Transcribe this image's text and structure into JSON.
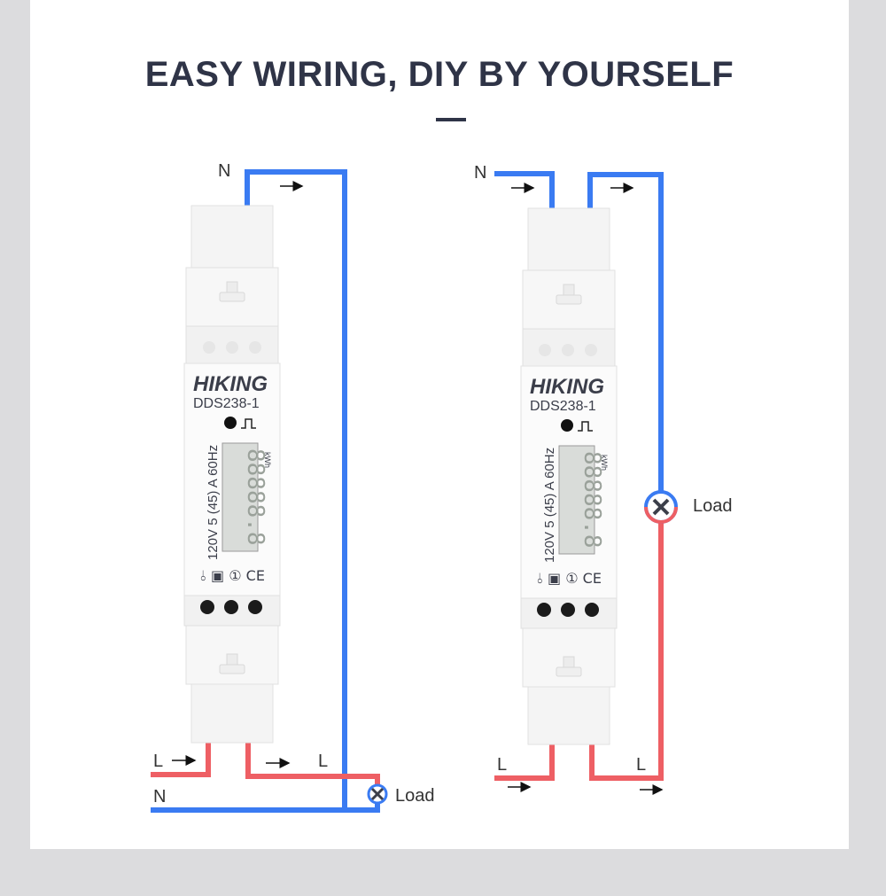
{
  "title": "EASY WIRING, DIY BY YOURSELF",
  "colors": {
    "neutral_wire": "#3a7bf2",
    "live_wire": "#ee5f64",
    "text": "#2f3447",
    "panel_bg": "#ffffff",
    "page_bg": "#dcdcde"
  },
  "meter": {
    "brand": "HIKING",
    "model": "DDS238-1",
    "rating": "120V 5 (45) A 60Hz",
    "unit": "kWh",
    "symbols": "⫰ ▣ ① CE",
    "display": "88888.8"
  },
  "left_diagram": {
    "label_n_top": "N",
    "label_l_in": "L",
    "label_l_out": "L",
    "label_n_bottom": "N",
    "load_label": "Load"
  },
  "right_diagram": {
    "label_n_top": "N",
    "label_l_in": "L",
    "label_l_out": "L",
    "load_label": "Load"
  }
}
